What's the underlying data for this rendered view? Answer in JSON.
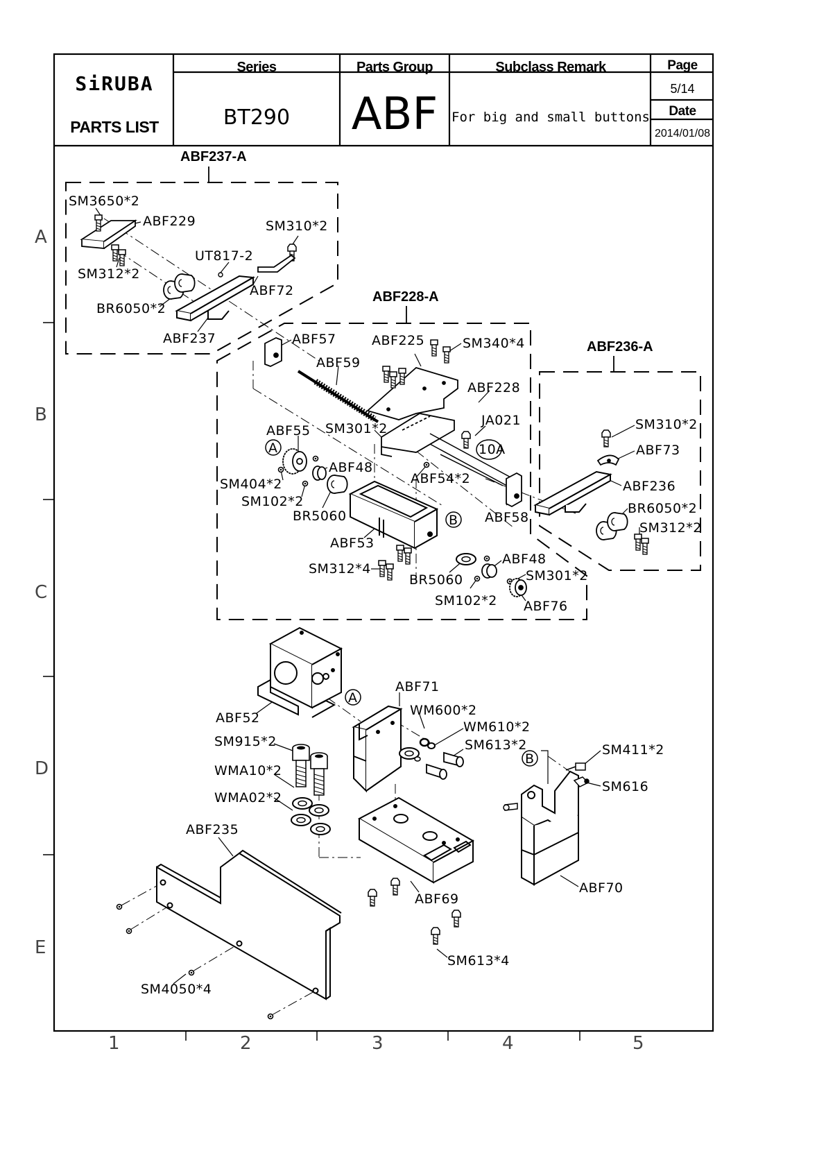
{
  "header": {
    "brand": "SiRUBA",
    "title": "PARTS LIST",
    "series_label": "Series",
    "series_value": "BT290",
    "group_label": "Parts Group",
    "group_value": "ABF",
    "remark_label": "Subclass Remark",
    "remark_value": "For big and small buttons",
    "page_label": "Page",
    "page_value": "5/14",
    "date_label": "Date",
    "date_value": "2014/01/08"
  },
  "grid": {
    "rows": [
      "A",
      "B",
      "C",
      "D",
      "E"
    ],
    "cols": [
      "1",
      "2",
      "3",
      "4",
      "5"
    ]
  },
  "assemblies": {
    "abf237a": "ABF237-A",
    "abf228a": "ABF228-A",
    "abf236a": "ABF236-A"
  },
  "callouts": {
    "sm3650": "SM3650*2",
    "abf229": "ABF229",
    "sm310_a": "SM310*2",
    "ut817": "UT817-2",
    "sm312_a": "SM312*2",
    "abf72": "ABF72",
    "br6050_a": "BR6050*2",
    "abf237": "ABF237",
    "abf57": "ABF57",
    "abf225": "ABF225",
    "sm340": "SM340*4",
    "abf59": "ABF59",
    "abf228": "ABF228",
    "ja021": "JA021",
    "abf55": "ABF55",
    "sm301_a": "SM301*2",
    "ref_10a": "10A",
    "ref_a1": "A",
    "abf48_a": "ABF48",
    "sm404": "SM404*2",
    "abf54": "ABF54*2",
    "sm102_a": "SM102*2",
    "br5060_a": "BR5060",
    "ref_b1": "B",
    "abf58": "ABF58",
    "abf53": "ABF53",
    "sm312_c": "SM312*4",
    "abf48_b": "ABF48",
    "br5060_b": "BR5060",
    "sm301_b": "SM301*2",
    "sm102_b": "SM102*2",
    "abf76": "ABF76",
    "sm310_b": "SM310*2",
    "abf73": "ABF73",
    "abf236": "ABF236",
    "br6050_b": "BR6050*2",
    "sm312_b": "SM312*2",
    "ref_a2": "A",
    "abf71": "ABF71",
    "abf52": "ABF52",
    "wm600": "WM600*2",
    "wm610": "WM610*2",
    "sm915": "SM915*2",
    "sm613_a": "SM613*2",
    "ref_b2": "B",
    "sm411": "SM411*2",
    "wma10": "WMA10*2",
    "sm616": "SM616",
    "wma02": "WMA02*2",
    "abf235": "ABF235",
    "abf69": "ABF69",
    "abf70": "ABF70",
    "sm613_b": "SM613*4",
    "sm4050": "SM4050*4"
  }
}
